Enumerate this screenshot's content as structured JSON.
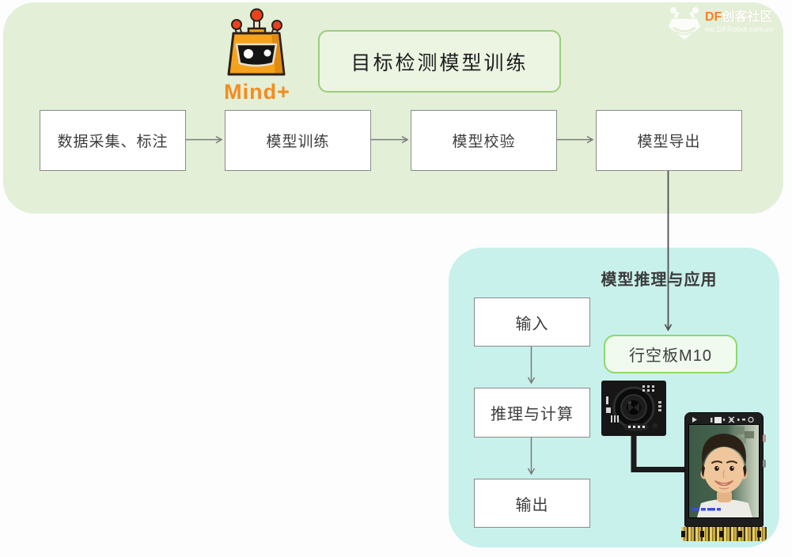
{
  "training": {
    "logo_text": "Mind+",
    "title": "目标检测模型训练",
    "steps": [
      "数据采集、标注",
      "模型训练",
      "模型校验",
      "模型导出"
    ]
  },
  "inference": {
    "title": "模型推理与应用",
    "board_label": "行空板M10",
    "steps": [
      "输入",
      "推理与计算",
      "输出"
    ]
  },
  "watermark": {
    "brand_prefix": "DF",
    "brand_suffix": "创客社区",
    "url": "mc.DFRobot.com.cn"
  },
  "colors": {
    "training_panel_bg": "#e3efd7",
    "inference_panel_bg": "#c9f1ec",
    "title_box_border": "#9ccd7e",
    "board_box_border": "#8bd96b",
    "mindplus_orange": "#f68b1e",
    "flow_box_border": "#8a8a8a",
    "arrow_gray": "#7a7a7a",
    "text_dark": "#3d3d3d"
  }
}
